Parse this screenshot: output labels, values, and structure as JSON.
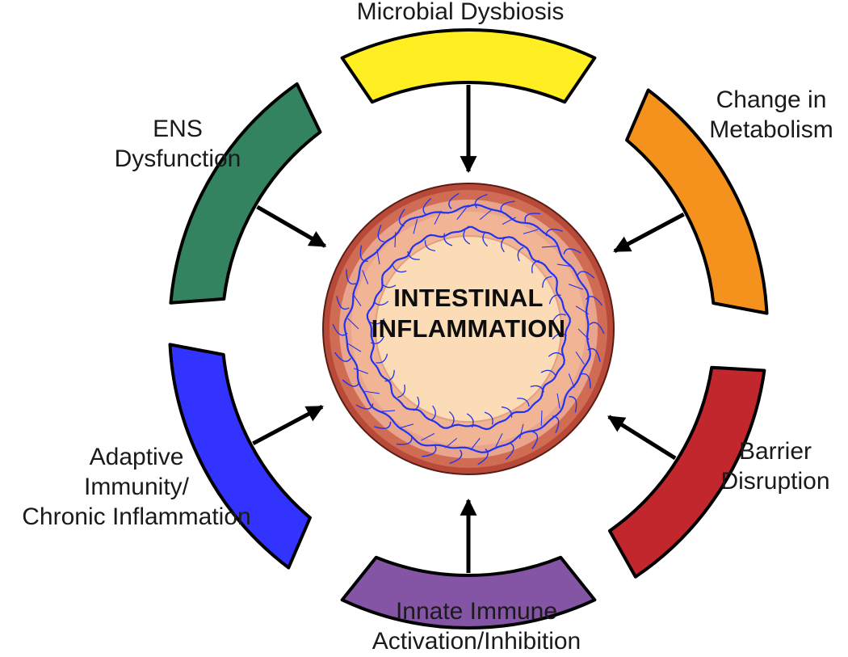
{
  "diagram": {
    "center": {
      "line1": "INTESTINAL",
      "line2": "INFLAMMATION",
      "fill_outer": "#b84a3a",
      "fill_mid": "#e9a48d",
      "fill_lumen": "#fbdcb7",
      "vessel_color": "#2233ee"
    },
    "segments": [
      {
        "id": "microbial-dysbiosis",
        "lines": [
          "Microbial Dysbiosis"
        ],
        "color": "#ffee22"
      },
      {
        "id": "change-in-metabolism",
        "lines": [
          "Change in",
          "Metabolism"
        ],
        "color": "#f5921e"
      },
      {
        "id": "barrier-disruption",
        "lines": [
          "Barrier",
          "Disruption"
        ],
        "color": "#c1272d"
      },
      {
        "id": "innate-immune",
        "lines": [
          "Innate Immune",
          "Activation/Inhibition"
        ],
        "color": "#8555a5"
      },
      {
        "id": "adaptive-immunity",
        "lines": [
          "Adaptive",
          "Immunity/",
          "Chronic Inflammation"
        ],
        "color": "#3333ff"
      },
      {
        "id": "ens-dysfunction",
        "lines": [
          "ENS",
          "Dysfunction"
        ],
        "color": "#348360"
      }
    ]
  }
}
